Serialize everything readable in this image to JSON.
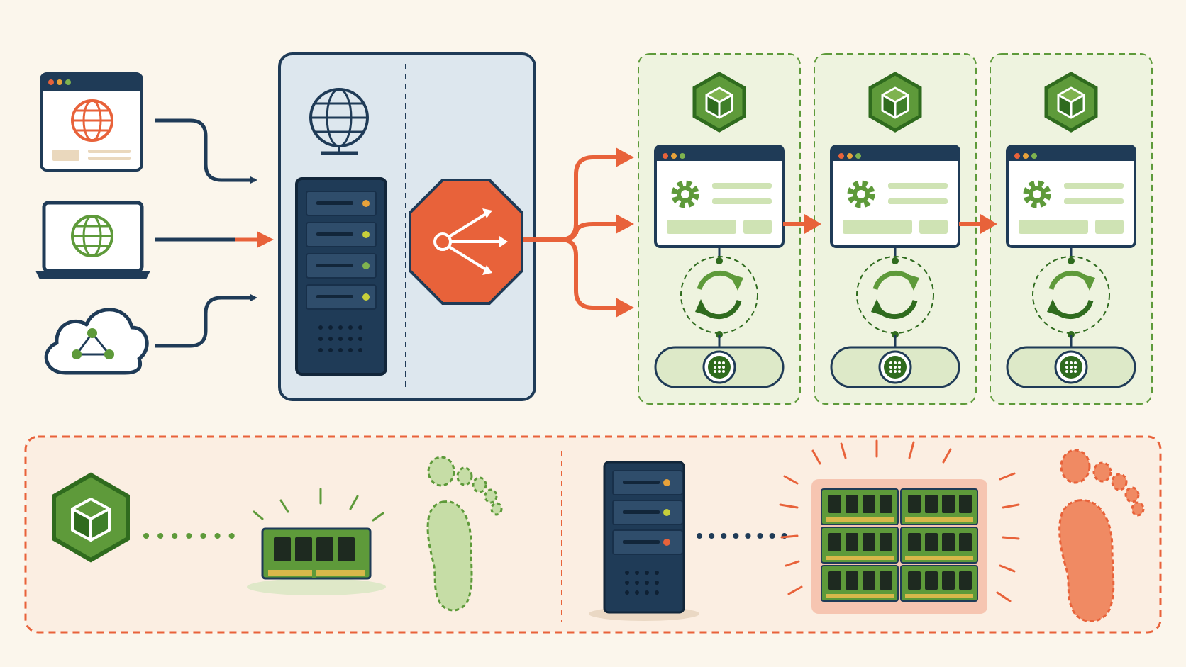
{
  "colors": {
    "background": "#fbf6ec",
    "navy": "#1f3b57",
    "orange": "#e8623a",
    "green": "#5e9a3a",
    "green_dark": "#2f6b1e",
    "green_light": "#cfe3b4",
    "panel_blue": "#dde7ee",
    "green_panel": "#eef3df",
    "peach_panel": "#fbeee2"
  },
  "clients": [
    {
      "name": "browser-client",
      "icon": "browser-globe-icon"
    },
    {
      "name": "laptop-client",
      "icon": "laptop-globe-icon"
    },
    {
      "name": "cloud-client",
      "icon": "cloud-network-icon"
    }
  ],
  "gateway": {
    "icons": [
      "globe-icon",
      "server-rack-icon",
      "load-balancer-icon"
    ]
  },
  "service_columns": [
    {
      "name": "service-column-1",
      "icons": [
        "container-hexagon-icon",
        "app-window-gear-icon",
        "sync-cycle-icon",
        "storage-node-icon"
      ]
    },
    {
      "name": "service-column-2",
      "icons": [
        "container-hexagon-icon",
        "app-window-gear-icon",
        "sync-cycle-icon",
        "storage-node-icon"
      ]
    },
    {
      "name": "service-column-3",
      "icons": [
        "container-hexagon-icon",
        "app-window-gear-icon",
        "sync-cycle-icon",
        "storage-node-icon"
      ]
    }
  ],
  "comparison": {
    "left": {
      "icons": [
        "container-hexagon-icon",
        "ram-module-icon",
        "small-footprint-icon"
      ]
    },
    "right": {
      "icons": [
        "server-tower-icon",
        "ram-stack-icon",
        "large-footprint-icon"
      ]
    }
  }
}
